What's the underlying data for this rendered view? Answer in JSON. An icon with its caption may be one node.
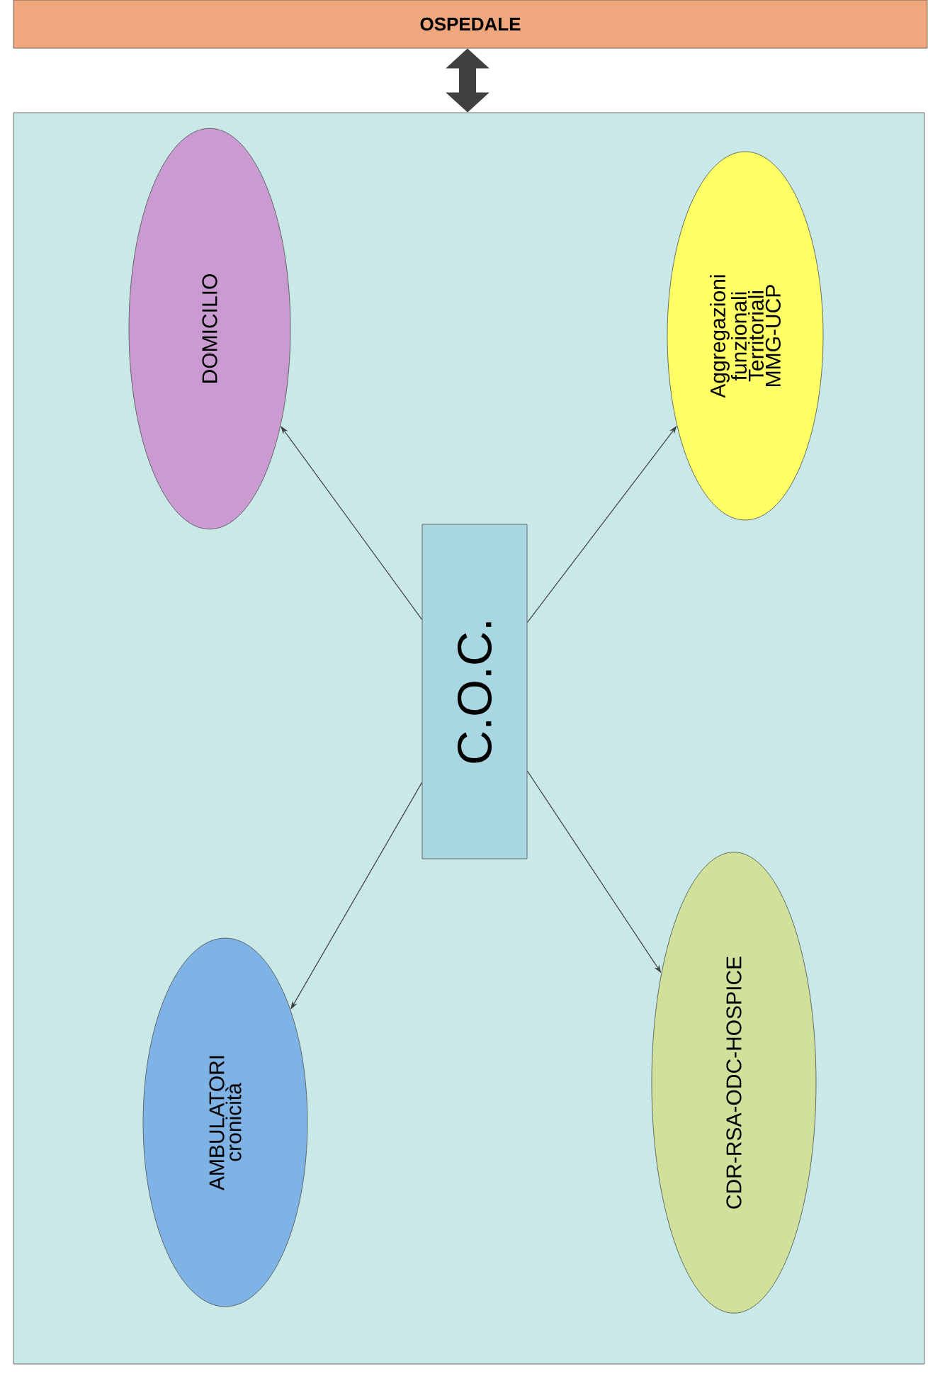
{
  "diagram": {
    "nodes": [
      {
        "text": [
          "OSPEDALE"
        ]
      },
      {
        "text": [],
        "shape": "box"
      },
      {
        "text": [
          "DOMICILIO"
        ],
        "in": 1
      },
      {
        "text": [
          "Aggregazioni funzionali Territoriali MMG-UCP"
        ],
        "in": 1
      },
      {
        "text": [
          "C.O.C."
        ],
        "in": 1
      },
      {
        "text": [
          "AMBULATORI cronicità"
        ],
        "in": 1
      },
      {
        "text": [
          "CDR-RSA-ODC-HOSPICE"
        ],
        "in": 1
      }
    ],
    "edges": [
      {
        "from": 0,
        "to": 1,
        "arrow": "both",
        "style": "thick"
      },
      {
        "from": 4,
        "to": 2,
        "arrow": "to"
      },
      {
        "from": 4,
        "to": 3,
        "arrow": "to"
      },
      {
        "from": 4,
        "to": 5,
        "arrow": "to"
      },
      {
        "from": 4,
        "to": 6,
        "arrow": "to"
      }
    ]
  }
}
